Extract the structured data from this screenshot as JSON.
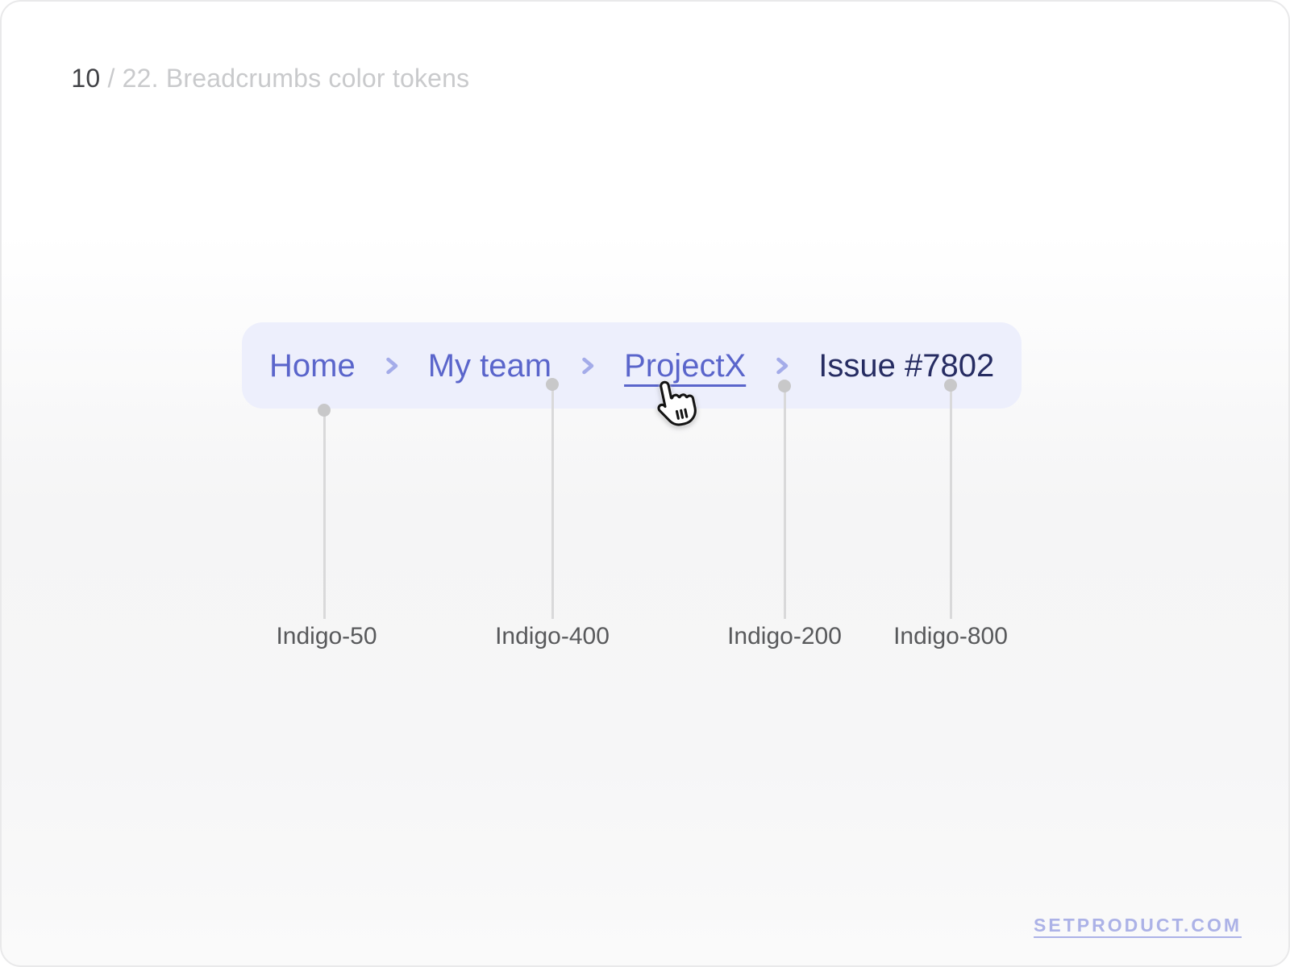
{
  "header": {
    "page_number": "10",
    "page_title": " / 22. Breadcrumbs color tokens"
  },
  "breadcrumbs": {
    "items": [
      {
        "label": "Home",
        "state": "link"
      },
      {
        "label": "My team",
        "state": "link"
      },
      {
        "label": "ProjectX",
        "state": "hovered-link"
      },
      {
        "label": "Issue #7802",
        "state": "current"
      }
    ],
    "separator_icon": "chevron-right-icon"
  },
  "annotations": [
    {
      "label": "Indigo-50",
      "token_target": "container-background"
    },
    {
      "label": "Indigo-400",
      "token_target": "link-text"
    },
    {
      "label": "Indigo-200",
      "token_target": "separator-chevron"
    },
    {
      "label": "Indigo-800",
      "token_target": "current-item-text"
    }
  ],
  "cursor": {
    "icon": "hand-pointer-cursor",
    "over": "ProjectX"
  },
  "footer": {
    "watermark": "SETPRODUCT.COM"
  },
  "colors": {
    "indigo_50": "#EDEFFC",
    "indigo_200": "#A4ACE9",
    "indigo_400": "#5A65CB",
    "indigo_800": "#262C62",
    "annotation_line": "#D9D9DA",
    "annotation_dot": "#C8C8C9",
    "annotation_text": "#58595B",
    "title_number": "#404145",
    "title_muted": "#C9CACC",
    "watermark": "#ACB2E7"
  }
}
